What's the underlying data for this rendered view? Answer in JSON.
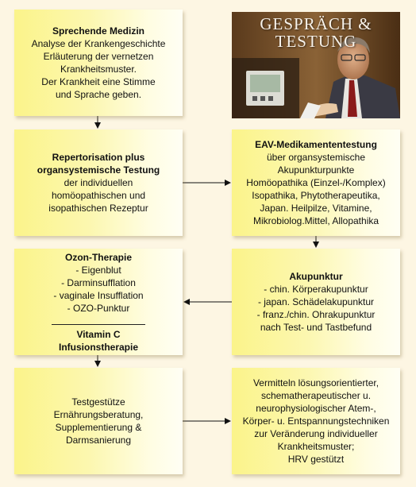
{
  "boxes": {
    "b1": {
      "title": "Sprechende Medizin",
      "lines": [
        "Analyse der Krankengeschichte",
        "Erläuterung der vernetzen",
        "Krankheitsmuster.",
        "Der Krankheit eine Stimme",
        "und Sprache geben."
      ]
    },
    "b2": {
      "title_lines": [
        "Repertorisation plus",
        "organsystemische Testung"
      ],
      "lines": [
        "der individuellen",
        "homöopathischen und",
        "isopathischen Rezeptur"
      ]
    },
    "b3": {
      "title": "EAV-Medikamententestung",
      "lines": [
        "über organsystemische",
        "Akupunkturpunkte",
        "Homöopathika (Einzel-/Komplex)",
        "Isopathika, Phytotherapeutika,",
        "Japan. Heilpilze, Vitamine,",
        "Mikrobiolog.Mittel, Allopathika"
      ]
    },
    "b4": {
      "title": "Ozon-Therapie",
      "lines": [
        "- Eigenblut",
        "- Darminsufflation",
        "- vaginale Insufflation",
        "- OZO-Punktur"
      ],
      "title2_lines": [
        "Vitamin C",
        "Infusionstherapie"
      ]
    },
    "b5": {
      "title": "Akupunktur",
      "lines": [
        "- chin. Körperakupunktur",
        "- japan. Schädelakupunktur",
        "- franz./chin. Ohrakupunktur",
        "nach Test- und Tastbefund"
      ]
    },
    "b6": {
      "lines": [
        "Testgestütze",
        "Ernährungsberatung,",
        "Supplementierung &",
        "Darmsanierung"
      ]
    },
    "b7": {
      "lines": [
        "Vermitteln lösungsorientierter,",
        "schematherapeutischer u.",
        "neurophysiologischer Atem-,",
        "Körper- u. Entspannungstechniken",
        "zur Veränderung individueller",
        "Krankheitsmuster;",
        "HRV gestützt"
      ]
    }
  },
  "photo": {
    "caption_lines": [
      "GESPRÄCH &",
      "TESTUNG"
    ]
  }
}
